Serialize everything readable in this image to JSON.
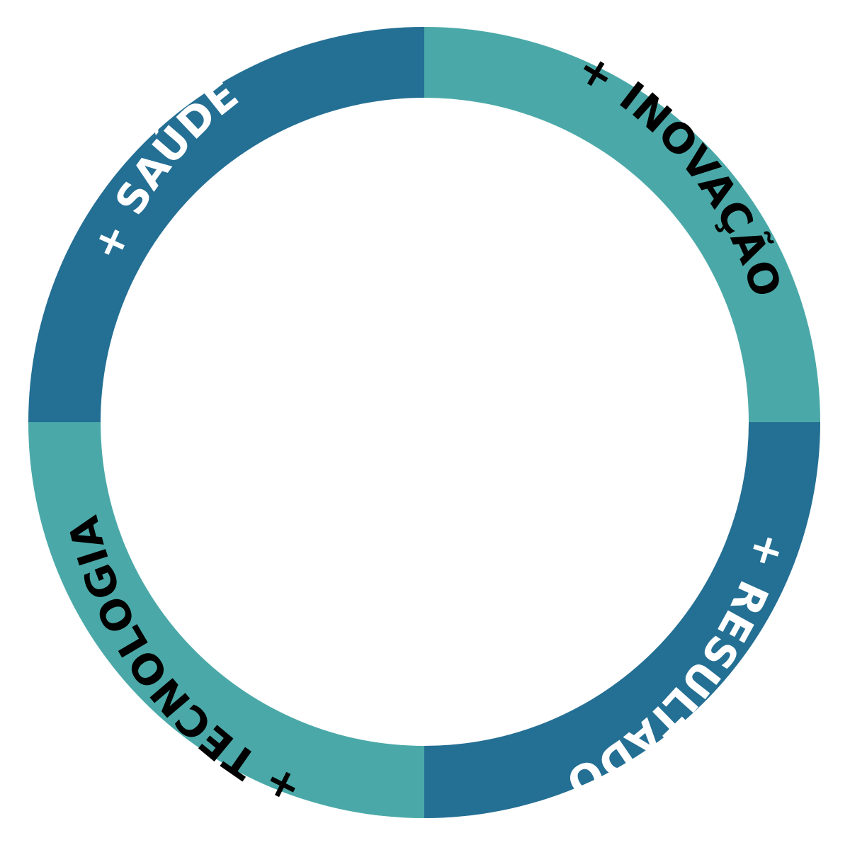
{
  "colors": {
    "dark": "#246f94",
    "light": "#4aa9a8",
    "text_white": "#ffffff",
    "text_black": "#000000",
    "background": "#ffffff"
  },
  "segments": [
    {
      "id": "saude",
      "label": "+ SAÚDE",
      "color": "#246f94",
      "text_color": "#ffffff"
    },
    {
      "id": "inovacao",
      "label": "+ INOVAÇÃO",
      "color": "#4aa9a8",
      "text_color": "#000000"
    },
    {
      "id": "resultado",
      "label": "+ RESULTADO",
      "color": "#246f94",
      "text_color": "#ffffff"
    },
    {
      "id": "tecnologia",
      "label": "+ TECNOLOGIA",
      "color": "#4aa9a8",
      "text_color": "#000000"
    }
  ]
}
